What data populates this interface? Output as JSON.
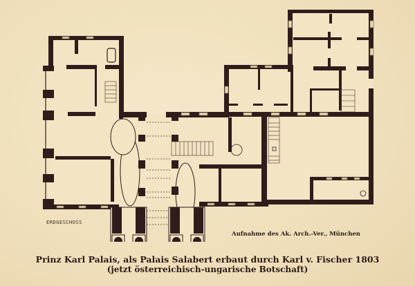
{
  "plan": {
    "floor_label": "ERDGESCHOSS",
    "credit": "Aufnahme des Ak. Arch.-Ver., München"
  },
  "caption": {
    "line1": "Prinz Karl Palais, als Palais Salabert erbaut durch Karl v. Fischer 1803",
    "line2": "(jetzt österreichisch-ungarische Botschaft)"
  },
  "colors": {
    "paper": "#f1e2c0",
    "ink": "#2e1d1a"
  }
}
